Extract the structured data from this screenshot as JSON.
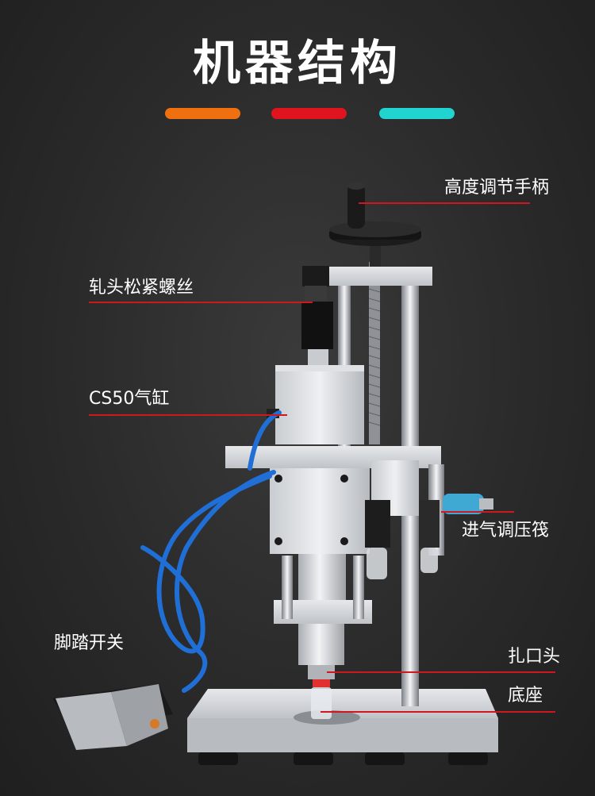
{
  "title": "机器结构",
  "accent_bars": [
    "#f07010",
    "#e0141e",
    "#22d4d0"
  ],
  "line_color": "#d0161e",
  "labels": {
    "height_handle": "高度调节手柄",
    "chuck_screw": "轧头松紧螺丝",
    "cylinder": "CS50气缸",
    "pressure_valve": "进气调压筏",
    "capping_head": "扎口头",
    "base": "底座",
    "foot_pedal": "脚踏开关"
  },
  "icons": [
    "machine-illustration"
  ]
}
